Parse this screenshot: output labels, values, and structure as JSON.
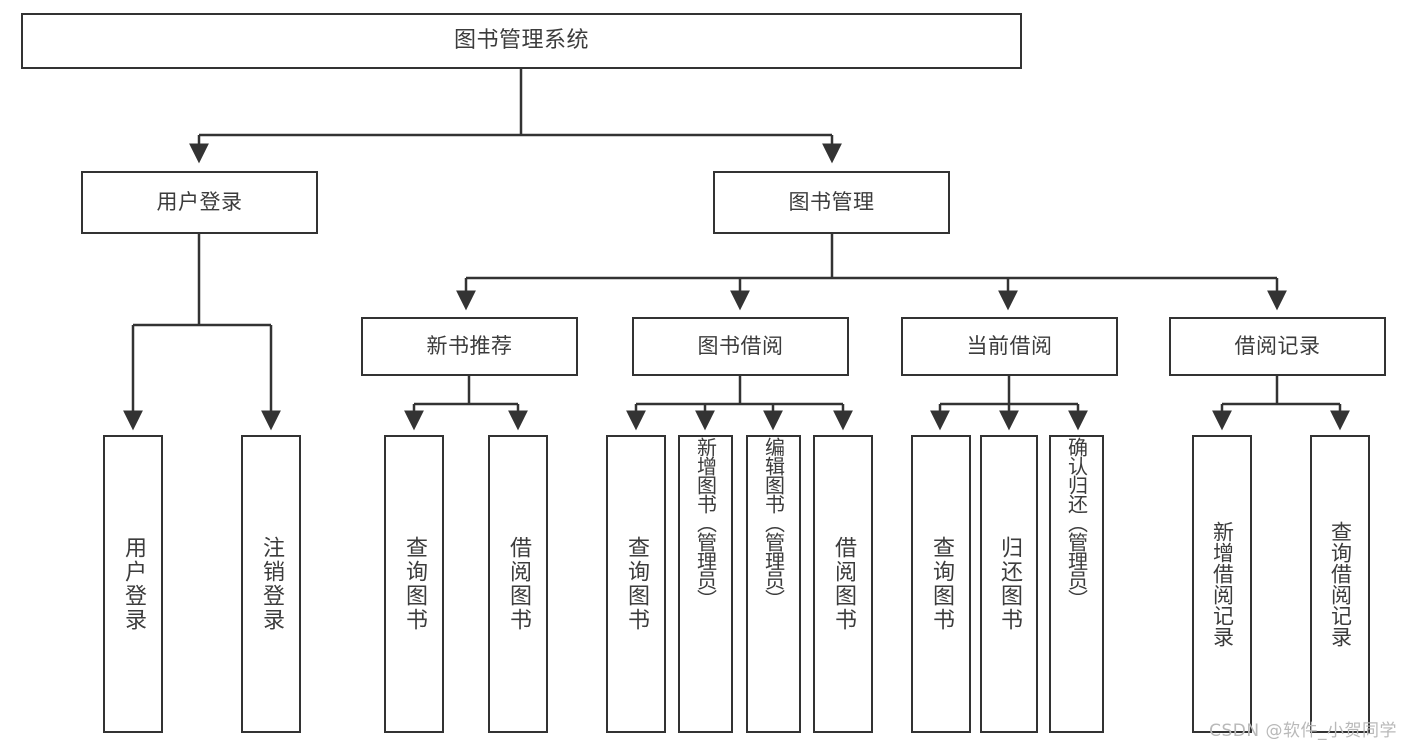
{
  "diagram": {
    "title": "图书管理系统",
    "type": "tree",
    "root": {
      "label": "图书管理系统"
    },
    "level1": [
      {
        "label": "用户登录"
      },
      {
        "label": "图书管理"
      }
    ],
    "level2": [
      {
        "label": "新书推荐"
      },
      {
        "label": "图书借阅"
      },
      {
        "label": "当前借阅"
      },
      {
        "label": "借阅记录"
      }
    ],
    "leaves": {
      "user_login": [
        {
          "label": "用户登录"
        },
        {
          "label": "注销登录"
        }
      ],
      "new_book_recommend": [
        {
          "label": "查询图书"
        },
        {
          "label": "借阅图书"
        }
      ],
      "book_borrow": [
        {
          "label": "查询图书"
        },
        {
          "label": "新增图书（管理员）"
        },
        {
          "label": "编辑图书（管理员）"
        },
        {
          "label": "借阅图书"
        }
      ],
      "current_borrow": [
        {
          "label": "查询图书"
        },
        {
          "label": "归还图书"
        },
        {
          "label": "确认归还（管理员）"
        }
      ],
      "borrow_record": [
        {
          "label": "新增借阅记录"
        },
        {
          "label": "查询借阅记录"
        }
      ]
    }
  },
  "watermark": {
    "text": "CSDN @软件_小贺同学"
  },
  "colors": {
    "border": "#333333",
    "text": "#3c3c3c",
    "background": "#ffffff",
    "watermark": "#b9b9b9"
  }
}
